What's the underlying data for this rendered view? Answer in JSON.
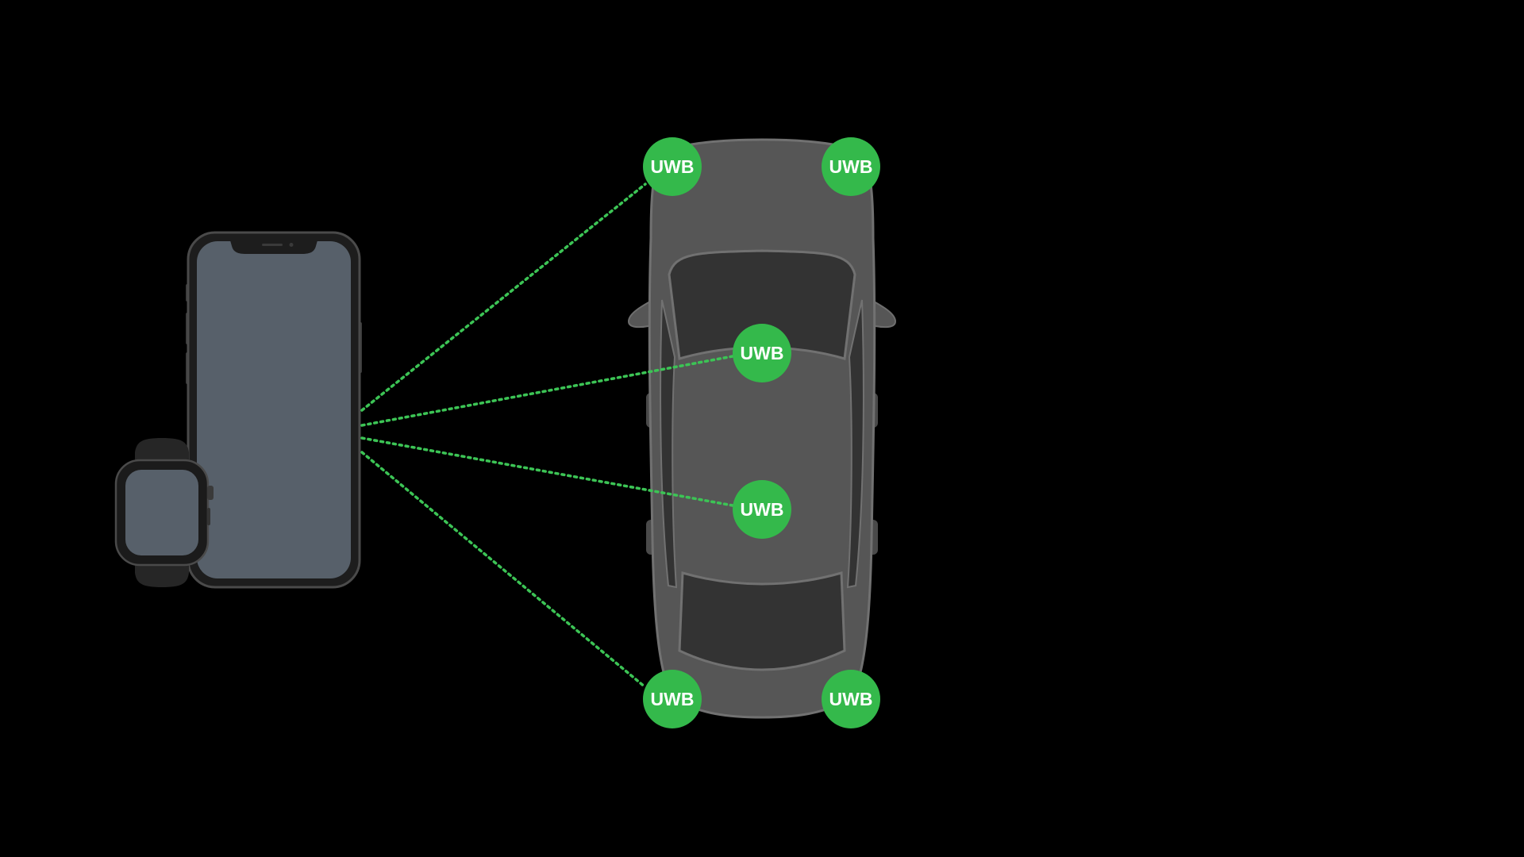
{
  "background_color": "#000000",
  "accent_color": "#34b94b",
  "link_color": "#3cc455",
  "devices": {
    "phone": {
      "name": "iPhone",
      "screen_color": "#57606a"
    },
    "watch": {
      "name": "Apple Watch",
      "screen_color": "#57606a"
    }
  },
  "car": {
    "body_color": "#565656",
    "glass_color": "#333333"
  },
  "anchors": [
    {
      "id": "front-left",
      "label": "UWB",
      "linked": true
    },
    {
      "id": "front-right",
      "label": "UWB",
      "linked": false
    },
    {
      "id": "cabin-front",
      "label": "UWB",
      "linked": true
    },
    {
      "id": "cabin-rear",
      "label": "UWB",
      "linked": true
    },
    {
      "id": "rear-left",
      "label": "UWB",
      "linked": true
    },
    {
      "id": "rear-right",
      "label": "UWB",
      "linked": false
    }
  ]
}
